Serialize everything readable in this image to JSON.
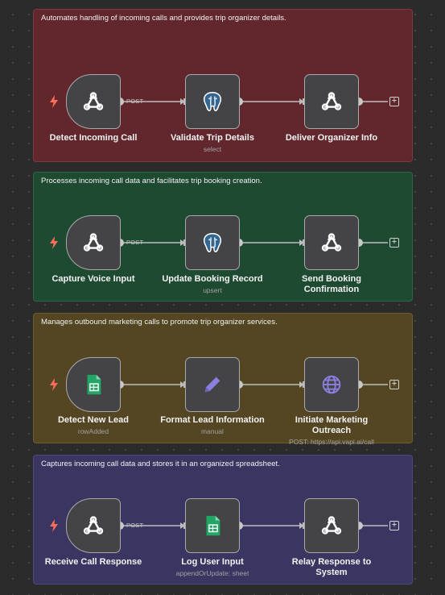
{
  "workflows": [
    {
      "description": "Automates handling of incoming calls and provides trip organizer details.",
      "post_label": "POST",
      "nodes": [
        {
          "label": "Detect Incoming Call",
          "subtitle": "",
          "icon": "webhook-icon"
        },
        {
          "label": "Validate Trip Details",
          "subtitle": "select",
          "icon": "postgres-icon"
        },
        {
          "label": "Deliver Organizer Info",
          "subtitle": "",
          "icon": "webhook-icon"
        }
      ]
    },
    {
      "description": "Processes incoming call data and facilitates trip booking creation.",
      "post_label": "POST",
      "nodes": [
        {
          "label": "Capture Voice Input",
          "subtitle": "",
          "icon": "webhook-icon"
        },
        {
          "label": "Update Booking Record",
          "subtitle": "upsert",
          "icon": "postgres-icon"
        },
        {
          "label": "Send Booking Confirmation",
          "subtitle": "",
          "icon": "webhook-icon"
        }
      ]
    },
    {
      "description": "Manages outbound marketing calls to promote trip organizer services.",
      "post_label": "",
      "nodes": [
        {
          "label": "Detect New Lead",
          "subtitle": "rowAdded",
          "icon": "google-sheets-icon"
        },
        {
          "label": "Format Lead Information",
          "subtitle": "manual",
          "icon": "pencil-icon"
        },
        {
          "label": "Initiate Marketing Outreach",
          "subtitle": "POST: https://api.vapi.ai/call",
          "icon": "globe-icon"
        }
      ]
    },
    {
      "description": "Captures incoming call data and stores it in an organized spreadsheet.",
      "post_label": "POST",
      "nodes": [
        {
          "label": "Receive Call Response",
          "subtitle": "",
          "icon": "webhook-icon"
        },
        {
          "label": "Log User Input",
          "subtitle": "appendOrUpdate: sheet",
          "icon": "google-sheets-icon"
        },
        {
          "label": "Relay Response to System",
          "subtitle": "",
          "icon": "webhook-icon"
        }
      ]
    }
  ],
  "plus_symbol": "+",
  "colors": {
    "group1": "#61272d",
    "group2": "#1f4a32",
    "group3": "#544622",
    "group4": "#3a3561",
    "trigger_bolt": "#ff6d5a",
    "sheets_green": "#23a566",
    "accent_purple": "#8b7fe0"
  }
}
